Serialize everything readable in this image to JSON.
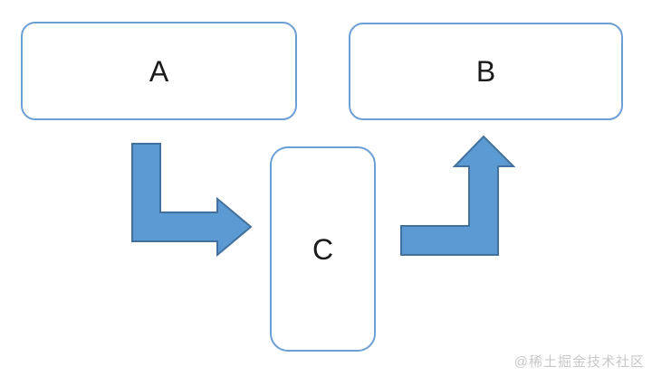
{
  "diagram": {
    "nodes": [
      {
        "id": "A",
        "label": "A"
      },
      {
        "id": "B",
        "label": "B"
      },
      {
        "id": "C",
        "label": "C"
      }
    ],
    "arrows": [
      {
        "from": "A",
        "to": "C",
        "shape": "elbow-down-right"
      },
      {
        "from": "C",
        "to": "B",
        "shape": "elbow-right-up"
      }
    ]
  },
  "watermark": {
    "text": "@稀土掘金技术社区"
  },
  "colors": {
    "background": "#ffffff",
    "box_fill": "#ffffff",
    "box_border": "#6c9fd4",
    "arrow_fill": "#5b9ad2",
    "arrow_stroke": "#41719c",
    "label_color": "#1a1a1a",
    "watermark_color": "#c8c8c8"
  }
}
